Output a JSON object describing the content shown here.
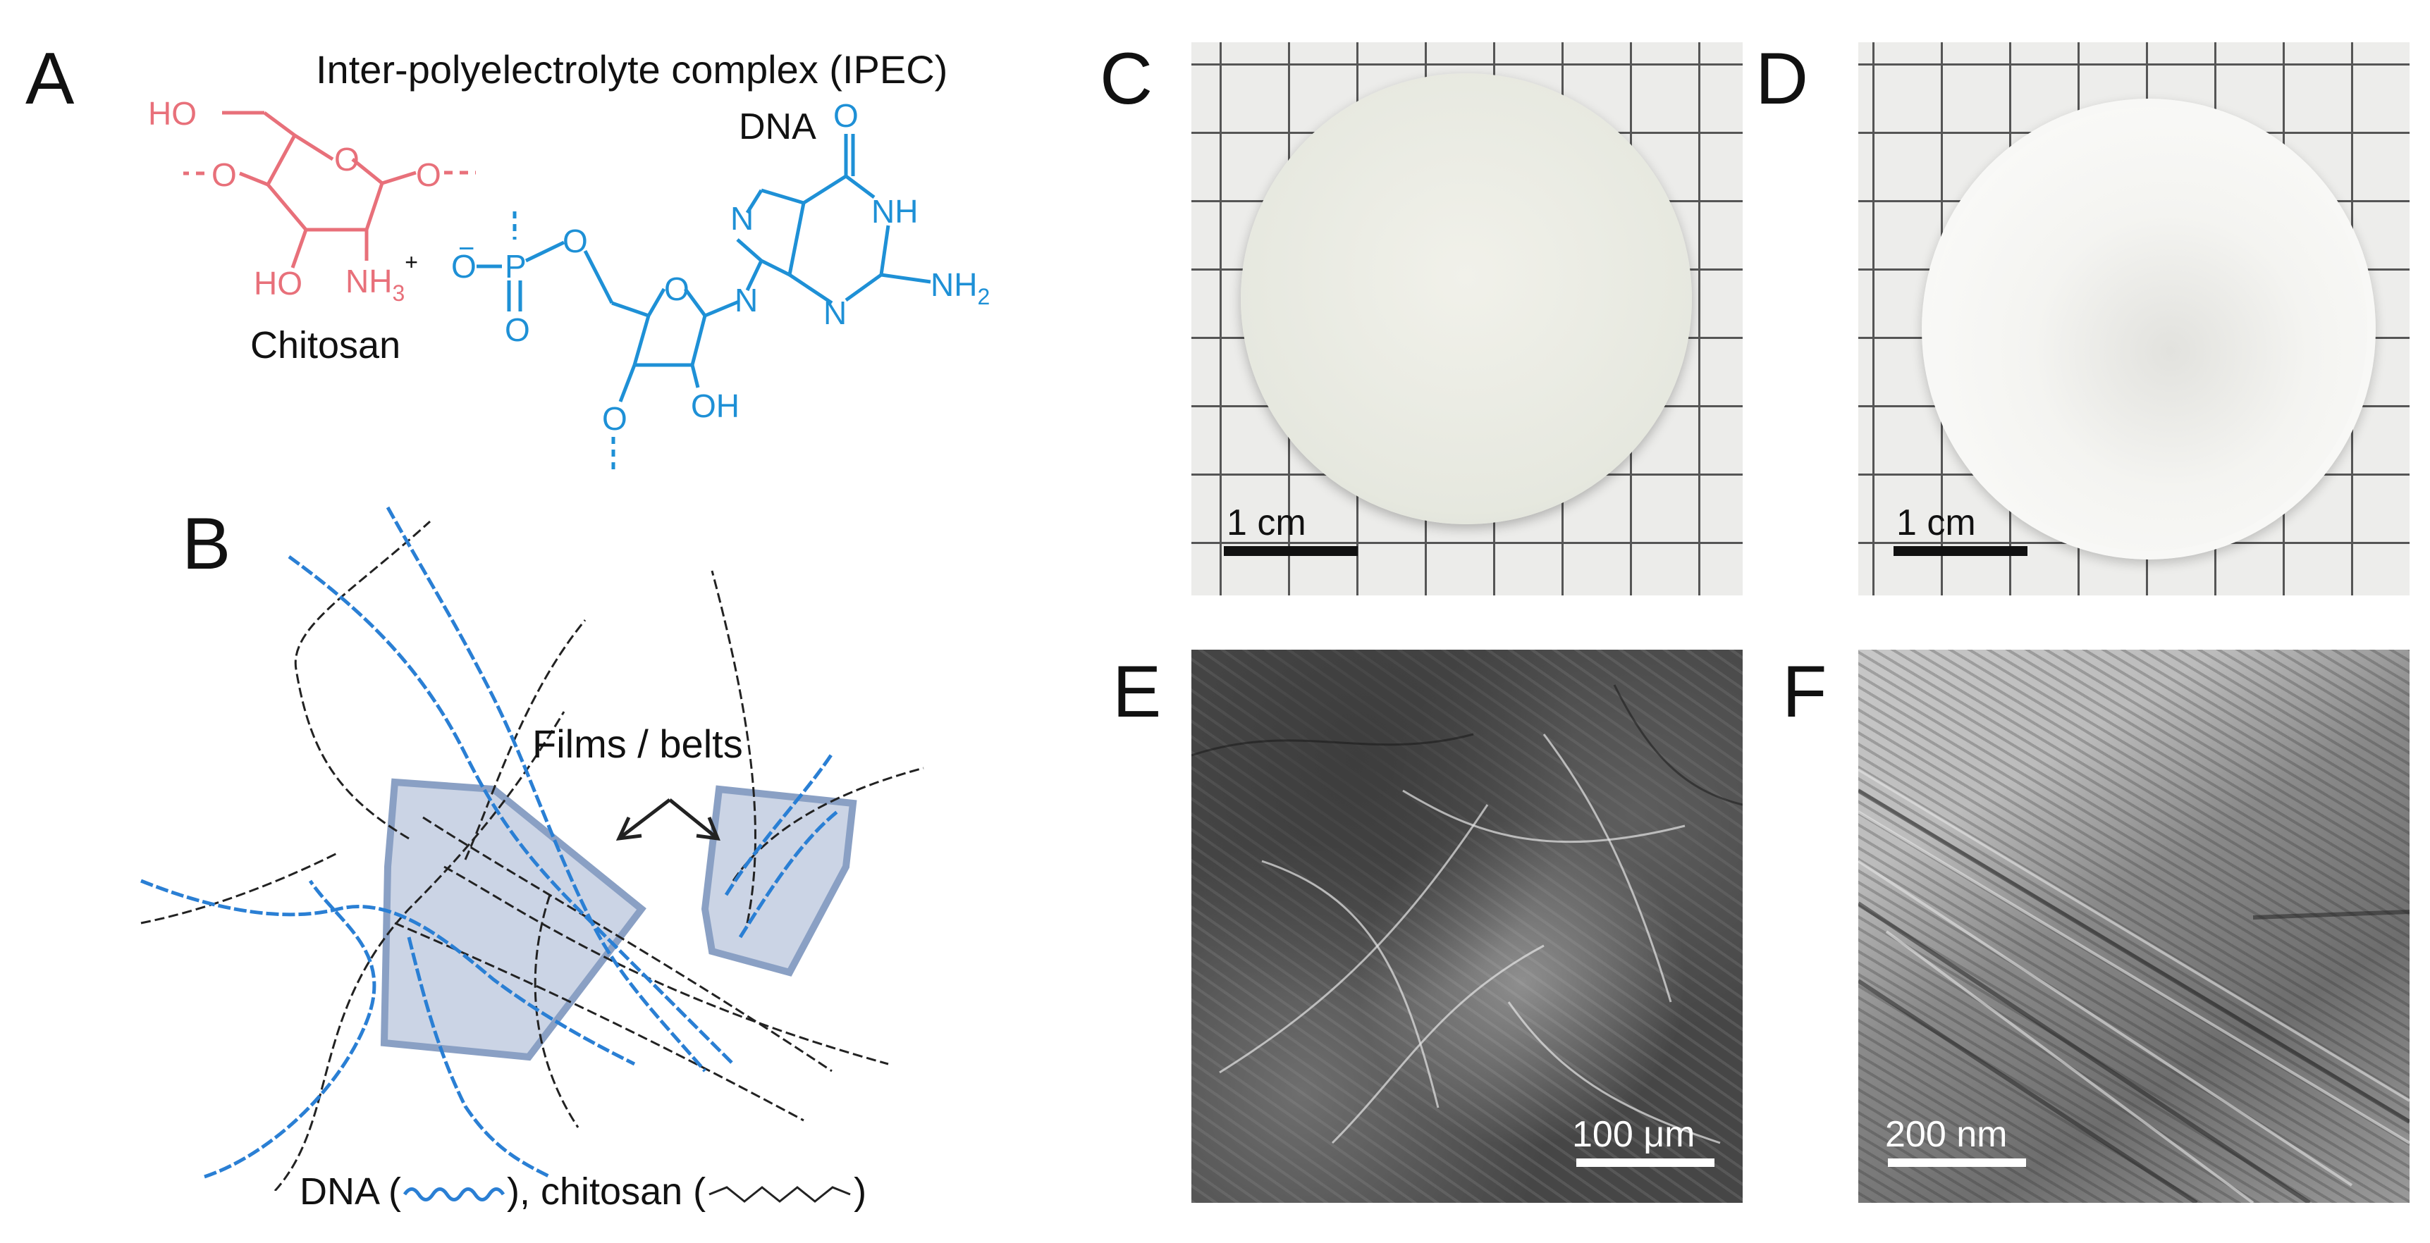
{
  "figure": {
    "panels": [
      "A",
      "B",
      "C",
      "D",
      "E",
      "F"
    ],
    "panel_a": {
      "title": "Inter-polyelectrolyte complex (IPEC)",
      "chitosan_label": "Chitosan",
      "dna_label": "DNA",
      "chitosan_color": "#e8707a",
      "dna_color": "#1e90d6",
      "atoms": {
        "ho_top": "HO",
        "ho_bottom": "HO",
        "nh3": "NH",
        "nh3_sub": "3",
        "nh3_charge": "+",
        "o_ring": "O",
        "o_left": "O",
        "o_right": "O",
        "phos_minus": "−",
        "phos_o_left": "O",
        "phos_p": "P",
        "phos_o_down": "O",
        "phos_o_ester": "O",
        "sugar_o": "O",
        "sugar_o_bottom": "O",
        "oh": "OH",
        "base_n7": "N",
        "base_n9": "N",
        "base_n3": "N",
        "base_nh": "NH",
        "base_o": "O",
        "nh2": "NH",
        "nh2_sub": "2"
      }
    },
    "panel_b": {
      "annotation": "Films / belts",
      "legend_dna": "DNA (",
      "legend_mid": "), chitosan (",
      "legend_end": ")",
      "dna_color": "#2a7fd4",
      "film_color": "#b9c6dc"
    },
    "panel_c": {
      "scale_bar": "1 cm"
    },
    "panel_d": {
      "scale_bar": "1 cm"
    },
    "panel_e": {
      "scale_bar": "100 μm"
    },
    "panel_f": {
      "scale_bar": "200 nm"
    }
  }
}
